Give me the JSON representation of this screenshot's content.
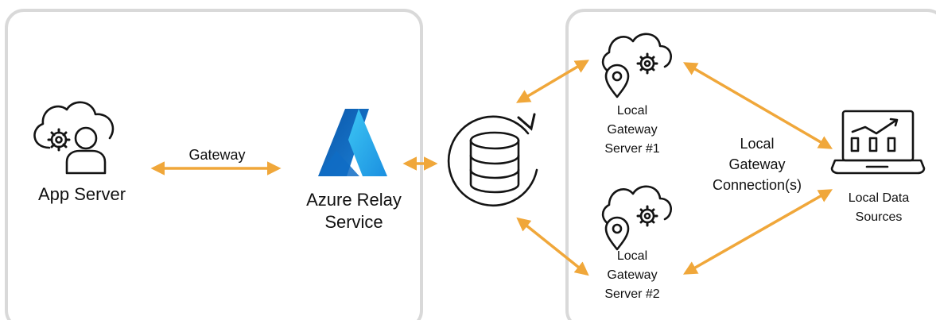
{
  "colors": {
    "arrow": "#f0a73a",
    "stroke": "#141414",
    "panel_border": "#d9d9d9",
    "azure_dark": "#0a55a8",
    "azure_mid": "#1b8fe0",
    "azure_light": "#3cc6f4"
  },
  "left_panel": {
    "app_server": {
      "icon": "user-cloud-gear-icon",
      "label": "App Server"
    },
    "gateway_label": "Gateway",
    "azure_relay": {
      "icon": "azure-logo",
      "label_line1": "Azure Relay",
      "label_line2": "Service"
    }
  },
  "hub": {
    "icon": "database-sync-icon"
  },
  "right_panel": {
    "server1": {
      "icon": "cloud-gear-location-icon",
      "line1": "Local",
      "line2": "Gateway",
      "line3": "Server #1"
    },
    "server2": {
      "icon": "cloud-gear-location-icon",
      "line1": "Local",
      "line2": "Gateway",
      "line3": "Server #2"
    },
    "connections": {
      "line1": "Local",
      "line2": "Gateway",
      "line3": "Connection(s)"
    },
    "data_sources": {
      "icon": "laptop-chart-icon",
      "line1": "Local Data",
      "line2": "Sources"
    }
  }
}
